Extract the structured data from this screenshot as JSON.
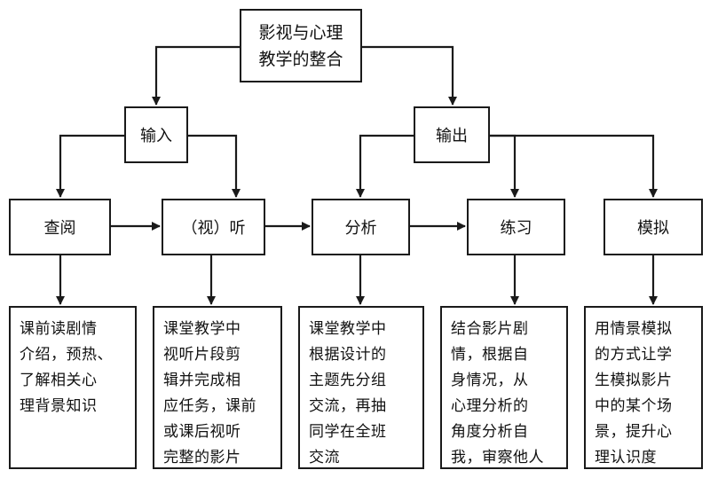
{
  "title": {
    "line1": "影视与心理",
    "line2": "教学的整合"
  },
  "input_label": "输入",
  "output_label": "输出",
  "steps": {
    "review": "查阅",
    "watch": "（视）听",
    "analyze": "分析",
    "practice": "练习",
    "simulate": "模拟"
  },
  "descriptions": {
    "review": [
      "课前读剧情",
      "介绍，预热、",
      "了解相关心",
      "理背景知识"
    ],
    "watch": [
      "课堂教学中",
      "视听片段剪",
      "辑并完成相",
      "应任务，课前",
      "或课后视听",
      "完整的影片"
    ],
    "analyze": [
      "课堂教学中",
      "根据设计的",
      "主题先分组",
      "交流，再抽",
      "同学在全班",
      "交流"
    ],
    "practice": [
      "结合影片剧",
      "情，根据自",
      "身情况，从",
      "心理分析的",
      "角度分析自",
      "我，审察他人"
    ],
    "simulate": [
      "用情景模拟",
      "的方式让学",
      "生模拟影片",
      "中的某个场",
      "景，提升心",
      "理认识度"
    ]
  }
}
